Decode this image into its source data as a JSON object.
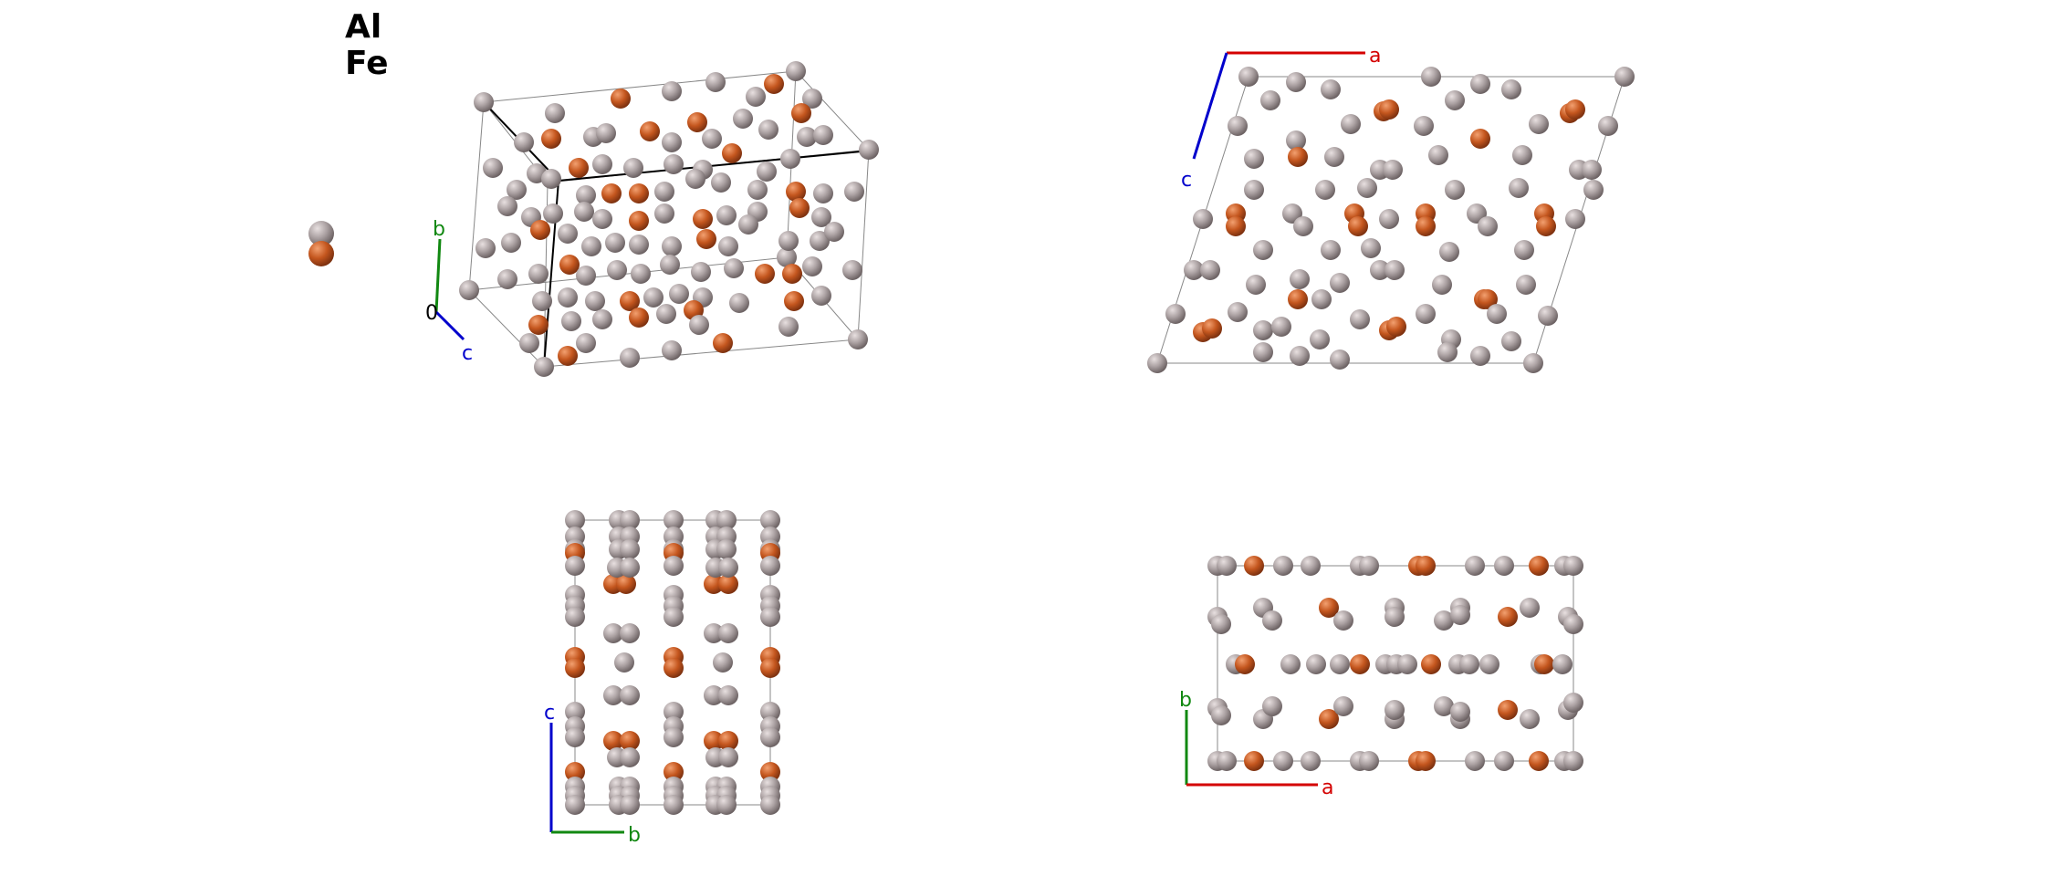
{
  "legend": {
    "elements": [
      {
        "symbol": "Al",
        "color": "#a99fa0"
      },
      {
        "symbol": "Fe",
        "color": "#c4561e"
      }
    ]
  },
  "axes": {
    "a": {
      "label": "a",
      "color": "#d40000"
    },
    "b": {
      "label": "b",
      "color": "#118811"
    },
    "c": {
      "label": "c",
      "color": "#0000cc"
    },
    "origin": {
      "label": "0",
      "color": "#000000"
    }
  },
  "views": [
    {
      "id": "perspective",
      "axes_shown": [
        "b",
        "c",
        "origin"
      ]
    },
    {
      "id": "view-along-b",
      "axes_shown": [
        "a",
        "c"
      ]
    },
    {
      "id": "view-along-a",
      "axes_shown": [
        "c",
        "b"
      ]
    },
    {
      "id": "view-along-c",
      "axes_shown": [
        "b",
        "a"
      ]
    }
  ]
}
